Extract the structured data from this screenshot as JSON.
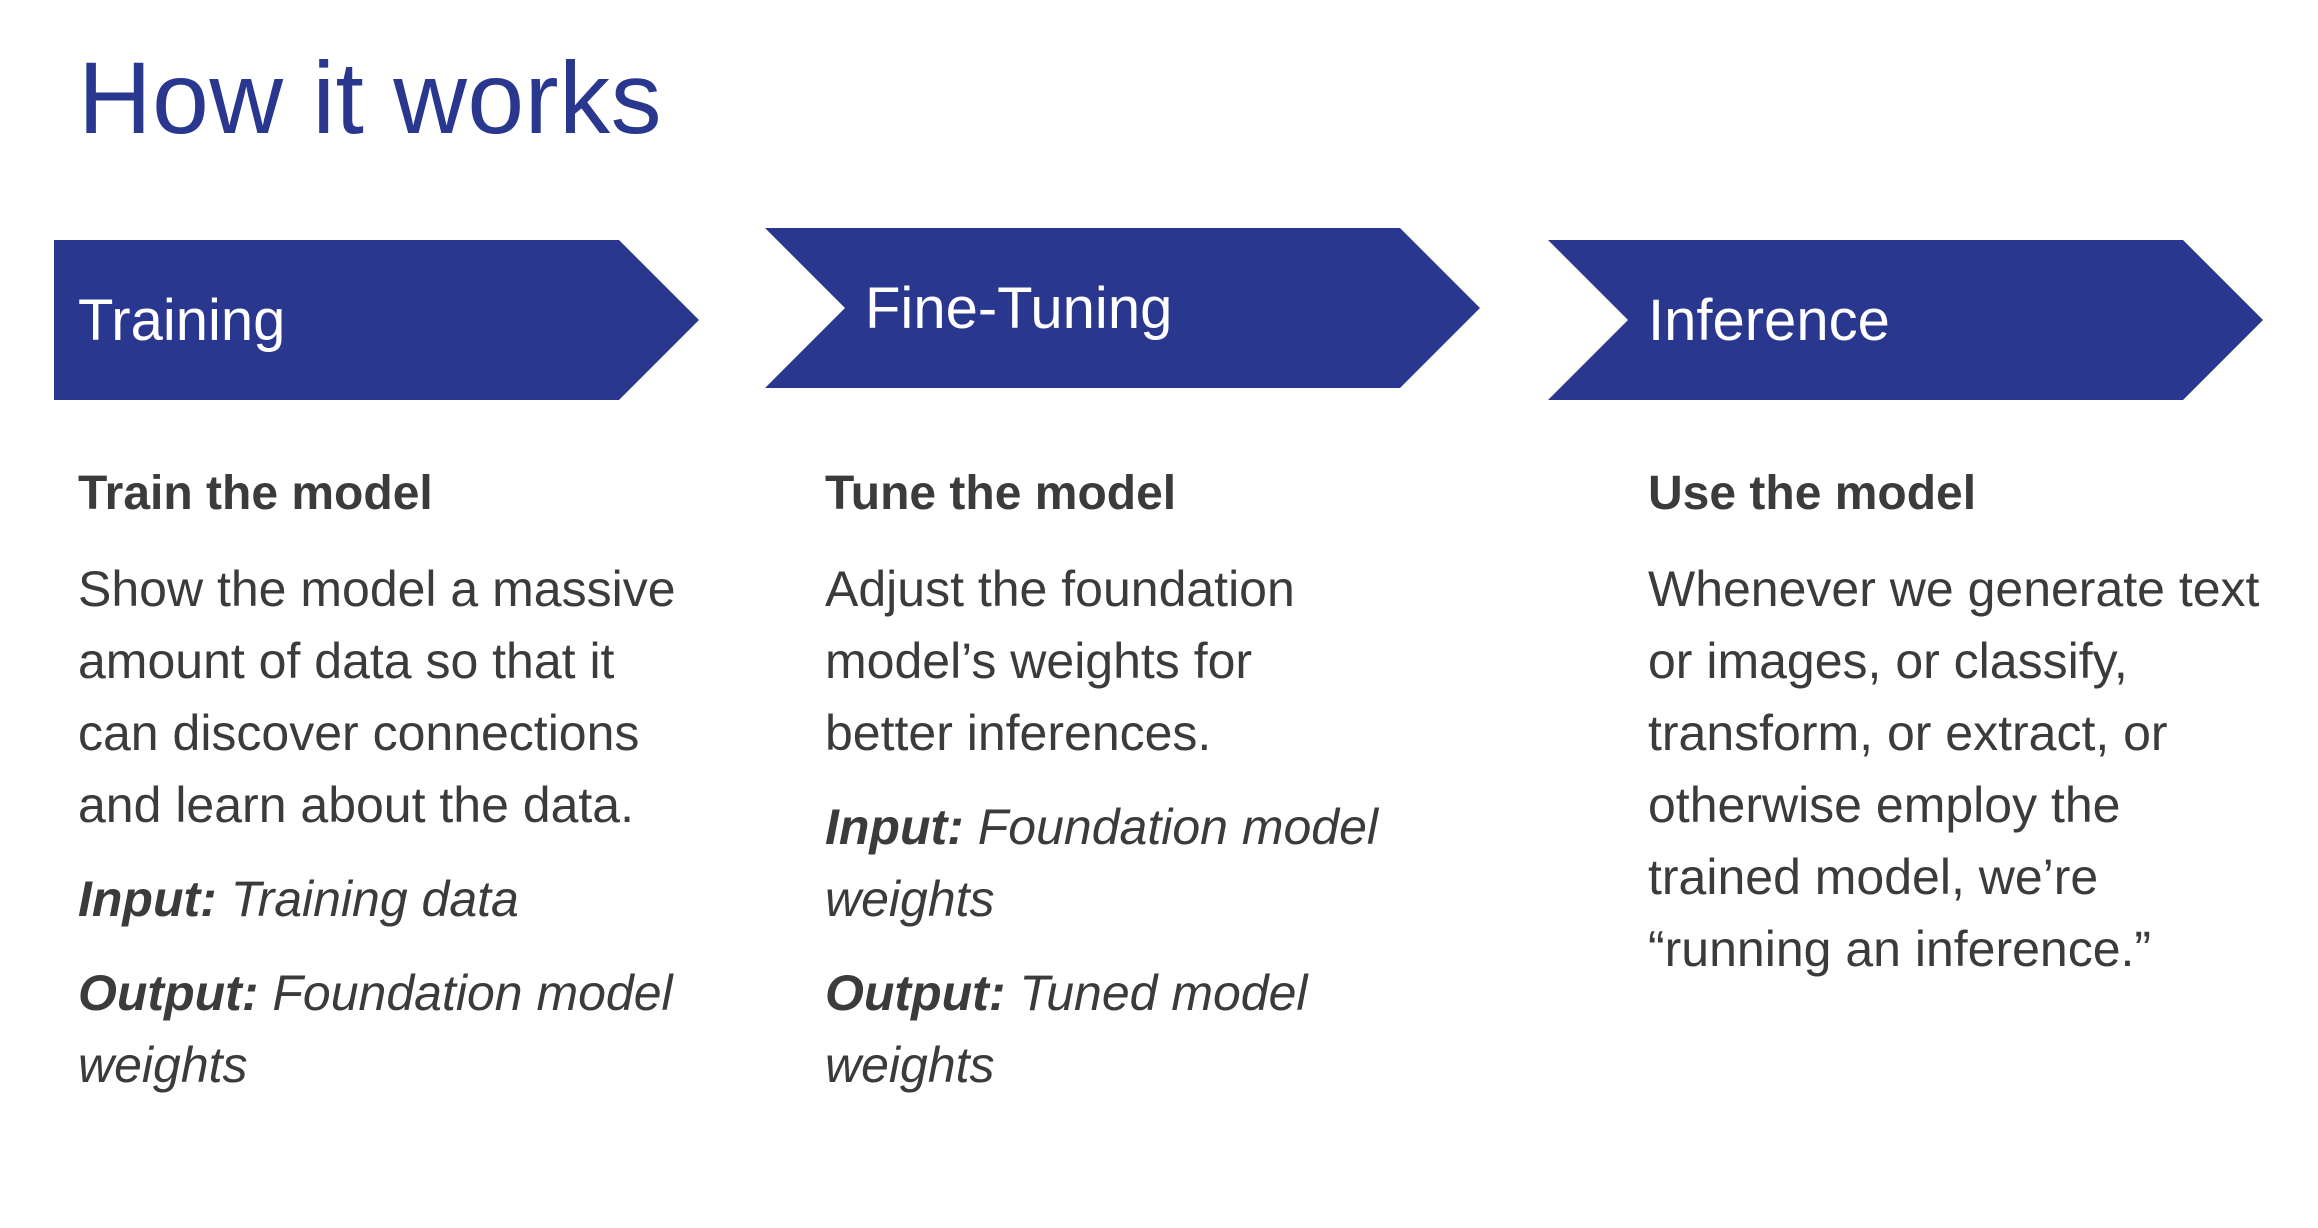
{
  "title": "How it works",
  "colors": {
    "title": "#2a378e",
    "banner": "#2a378e",
    "text": "#3b3b3b",
    "banner_text": "#ffffff"
  },
  "stages": [
    {
      "banner": "Training",
      "heading": "Train the model",
      "description": "Show the model a massive amount of data so that it can discover connections and learn about the data.",
      "input_label": "Input:",
      "input_value": "Training data",
      "output_label": "Output:",
      "output_value": "Foundation model weights"
    },
    {
      "banner": "Fine-Tuning",
      "heading": "Tune the model",
      "description": "Adjust the foundation model’s weights for better inferences.",
      "input_label": "Input:",
      "input_value": "Foundation model weights",
      "output_label": "Output:",
      "output_value": "Tuned model weights"
    },
    {
      "banner": "Inference",
      "heading": "Use the model",
      "description": "Whenever we generate text or images, or classify, transform, or extract, or otherwise employ the trained model, we’re “running an inference.”"
    }
  ]
}
